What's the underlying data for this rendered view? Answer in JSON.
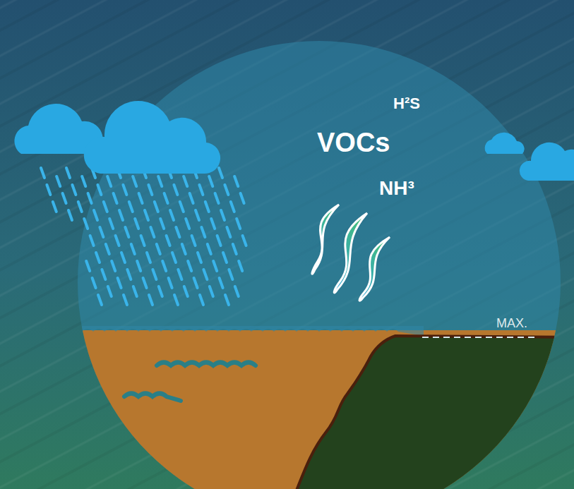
{
  "diagram": {
    "labels": [
      "H²S",
      "VOCs",
      "NH³",
      "MAX."
    ]
  }
}
